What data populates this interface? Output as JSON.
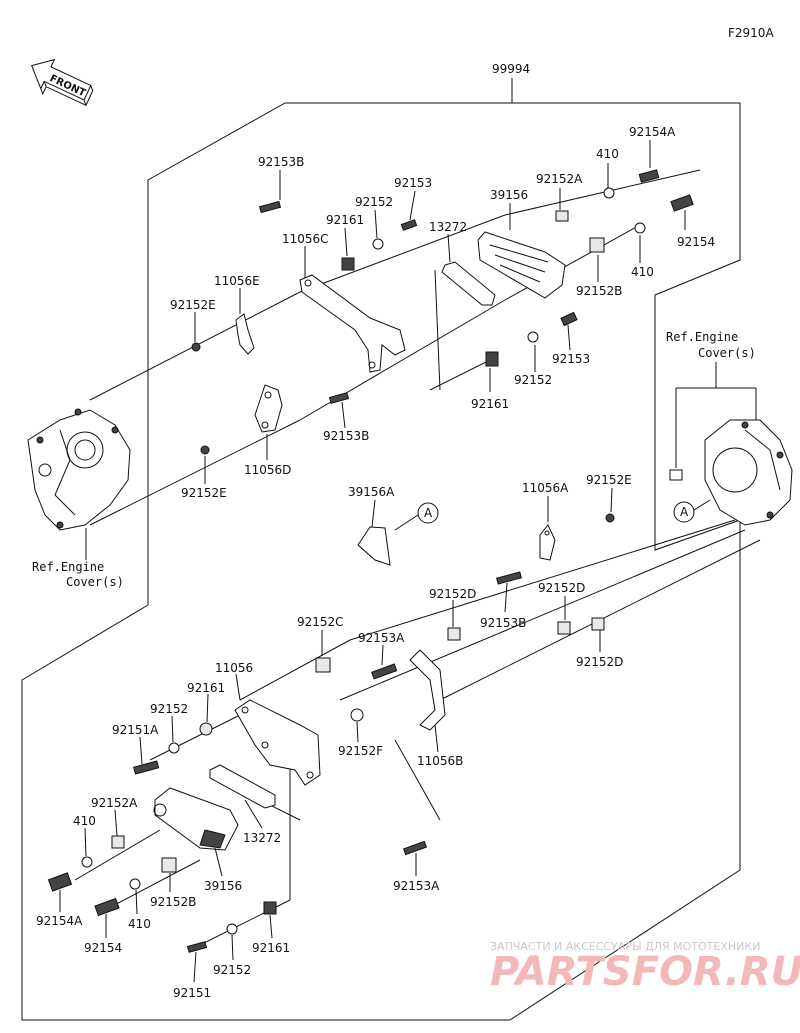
{
  "diagram_code": "F2910A",
  "front_label": "FRONT",
  "kit_number": "99994",
  "ref_engine_label": [
    "Ref.Engine",
    "Cover(s)"
  ],
  "marker_letter": "A",
  "parts": {
    "p92154A_top": "92154A",
    "p410_top": "410",
    "p92152A_top": "92152A",
    "p39156_top": "39156",
    "p92153_top": "92153",
    "p92152_top": "92152",
    "p92161_top": "92161",
    "p13272_top": "13272",
    "p92153B_top": "92153B",
    "p11056C": "11056C",
    "p11056E": "11056E",
    "p92152E_top": "92152E",
    "p92154_top": "92154",
    "p410_top2": "410",
    "p92152B_top": "92152B",
    "p92153_mid": "92153",
    "p92152_mid": "92152",
    "p92161_mid": "92161",
    "p92153B_mid": "92153B",
    "p11056D": "11056D",
    "p92152E_left": "92152E",
    "p39156A": "39156A",
    "p11056A": "11056A",
    "p92152E_right": "92152E",
    "p92152D_a": "92152D",
    "p92153B_right": "92153B",
    "p92152D_b": "92152D",
    "p92152D_c": "92152D",
    "p92152C": "92152C",
    "p92153A_mid": "92153A",
    "p11056": "11056",
    "p92161_low": "92161",
    "p92152_low": "92152",
    "p92151A": "92151A",
    "p92152F": "92152F",
    "p11056B": "11056B",
    "p92152A_low": "92152A",
    "p410_low": "410",
    "p13272_low": "13272",
    "p92154A_low": "92154A",
    "p39156_low": "39156",
    "p92154_low": "92154",
    "p92152B_low": "92152B",
    "p410_low2": "410",
    "p92153A_low": "92153A",
    "p92161_bot": "92161",
    "p92152_bot": "92152",
    "p92151": "92151"
  },
  "watermark": {
    "line1": "ЗАПЧАСТИ И АКСЕССУАРЫ ДЛЯ МОТОТЕХНИКИ",
    "line2": "PARTSFOR.RU"
  }
}
